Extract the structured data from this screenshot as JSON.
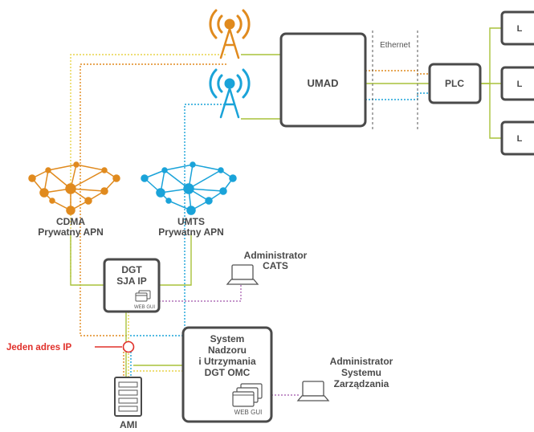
{
  "colors": {
    "orange": "#e08a1e",
    "blue": "#1aa3d9",
    "green": "#a9c23a",
    "yellow": "#e8d44a",
    "purple": "#b070b8",
    "red": "#e0302a",
    "box_border": "#4a4a4a",
    "text": "#4a4a4a"
  },
  "nodes": {
    "umad": "UMAD",
    "plc": "PLC",
    "loads": [
      "L",
      "L",
      "L"
    ],
    "ethernet": "Ethernet",
    "cdma": {
      "line1": "CDMA",
      "line2": "Prywatny APN"
    },
    "umts": {
      "line1": "UMTS",
      "line2": "Prywatny APN"
    },
    "dgt": {
      "line1": "DGT",
      "line2": "SJA IP",
      "gui": "WEB GUI"
    },
    "admin_cats": {
      "line1": "Administrator",
      "line2": "CATS"
    },
    "omc": {
      "line1": "System",
      "line2": "Nadzoru",
      "line3": "i Utrzymania",
      "line4": "DGT OMC",
      "gui": "WEB GUI"
    },
    "admin_sys": {
      "line1": "Administrator",
      "line2": "Systemu",
      "line3": "Zarządzania"
    },
    "ip_label": "Jeden adres IP",
    "ami": "AMI"
  },
  "icons": [
    "antenna-orange-icon",
    "antenna-blue-icon",
    "network-mesh-orange-icon",
    "network-mesh-blue-icon",
    "laptop-icon",
    "server-icon",
    "browser-window-icon"
  ]
}
